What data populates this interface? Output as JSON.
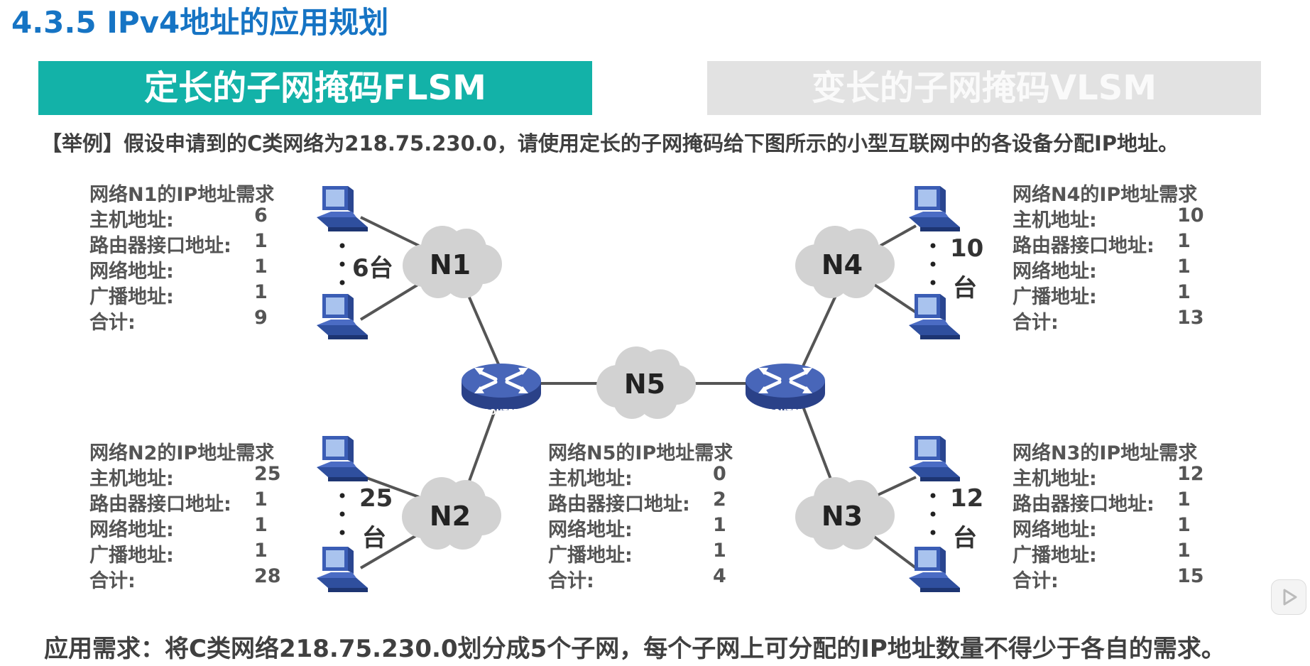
{
  "title": "4.3.5 IPv4地址的应用规划",
  "tabs": {
    "flsm": "定长的子网掩码FLSM",
    "vlsm": "变长的子网掩码VLSM"
  },
  "example": "【举例】假设申请到的C类网络为218.75.230.0，请使用定长的子网掩码给下图所示的小型互联网中的各设备分配IP地址。",
  "footer": "应用需求：将C类网络218.75.230.0划分成5个子网，每个子网上可分配的IP地址数量不得少于各自的需求。",
  "labels": {
    "host": "主机地址:",
    "router_if": "路由器接口地址:",
    "network": "网络地址:",
    "broadcast": "广播地址:",
    "total": "合计:"
  },
  "networks": {
    "n1": {
      "title": "网络N1的IP地址需求",
      "host": "6",
      "router_if": "1",
      "network": "1",
      "broadcast": "1",
      "total": "9",
      "cloud": "N1",
      "count_num": "6台",
      "count_unit": ""
    },
    "n2": {
      "title": "网络N2的IP地址需求",
      "host": "25",
      "router_if": "1",
      "network": "1",
      "broadcast": "1",
      "total": "28",
      "cloud": "N2",
      "count_num": "25",
      "count_unit": "台"
    },
    "n3": {
      "title": "网络N3的IP地址需求",
      "host": "12",
      "router_if": "1",
      "network": "1",
      "broadcast": "1",
      "total": "15",
      "cloud": "N3",
      "count_num": "12",
      "count_unit": "台"
    },
    "n4": {
      "title": "网络N4的IP地址需求",
      "host": "10",
      "router_if": "1",
      "network": "1",
      "broadcast": "1",
      "total": "13",
      "cloud": "N4",
      "count_num": "10",
      "count_unit": "台"
    },
    "n5": {
      "title": "网络N5的IP地址需求",
      "host": "0",
      "router_if": "2",
      "network": "1",
      "broadcast": "1",
      "total": "4",
      "cloud": "N5"
    }
  },
  "router_text": "ROUTER",
  "colors": {
    "title": "#1674c4",
    "flsm_tab": "#13b2a8",
    "vlsm_tab": "#e2e2e2",
    "router": "#3d5aa8",
    "cloud": "#d0d0d0",
    "pc": "#3355aa"
  },
  "icons": [
    "router-icon",
    "cloud-icon",
    "pc-icon",
    "play-icon"
  ]
}
